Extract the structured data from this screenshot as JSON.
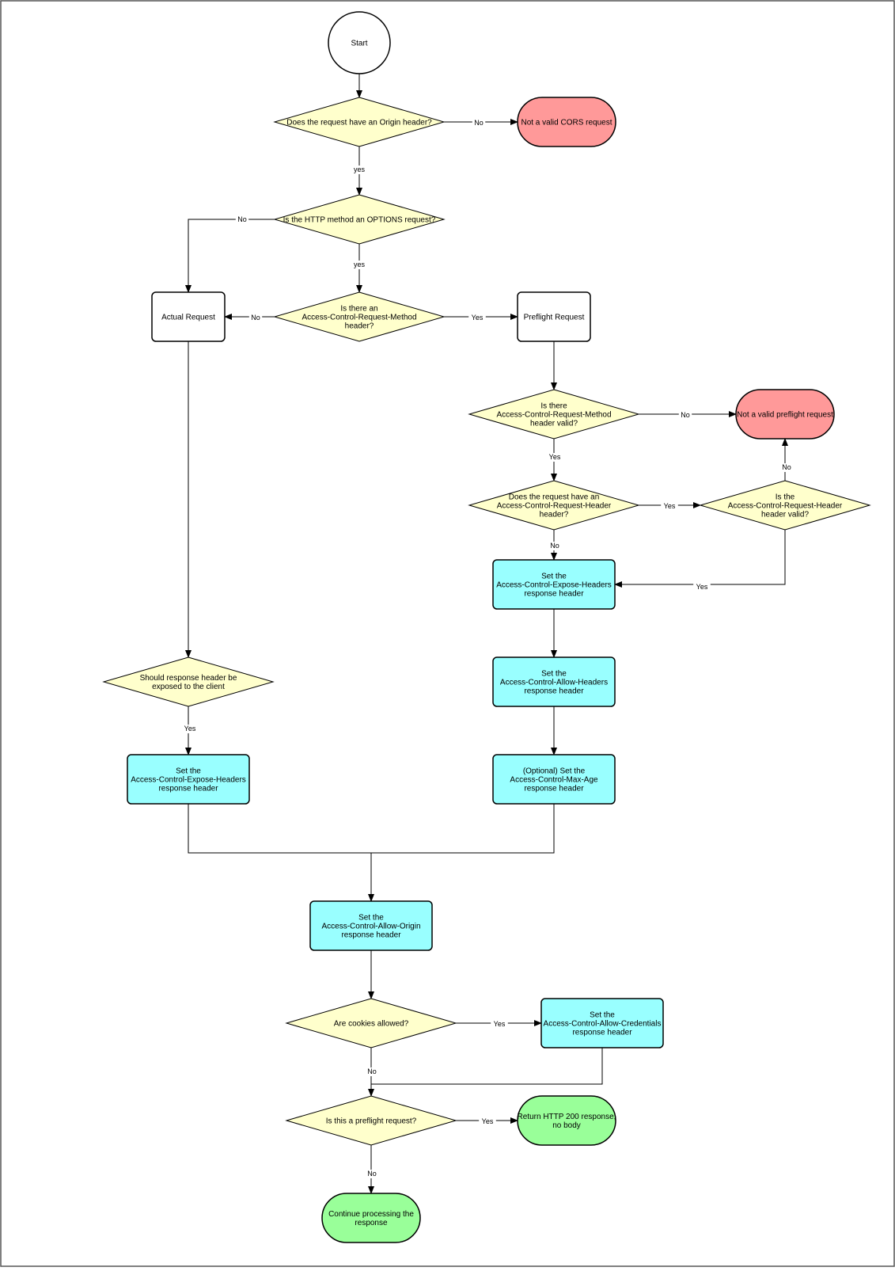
{
  "colors": {
    "decision_fill": "#FFFFCC",
    "process_fill": "#99FFFF",
    "plain_fill": "#FFFFFF",
    "error_fill": "#FF9999",
    "success_fill": "#99FF99",
    "stroke": "#000000"
  },
  "nodes": {
    "start": {
      "lines": [
        "Start"
      ]
    },
    "q_origin": {
      "lines": [
        "Does the request have an Origin header?"
      ]
    },
    "invalid_cors": {
      "lines": [
        "Not a valid CORS request"
      ]
    },
    "q_options": {
      "lines": [
        "Is the HTTP method an OPTIONS request?"
      ]
    },
    "q_acrm": {
      "lines": [
        "Is there an",
        "Access-Control-Request-Method",
        "header?"
      ]
    },
    "actual_request": {
      "lines": [
        "Actual Request"
      ]
    },
    "preflight_request": {
      "lines": [
        "Preflight Request"
      ]
    },
    "q_acrm_valid": {
      "lines": [
        "Is there",
        "Access-Control-Request-Method",
        "header valid?"
      ]
    },
    "invalid_preflight": {
      "lines": [
        "Not a valid preflight request"
      ]
    },
    "q_acrh": {
      "lines": [
        "Does the request have an",
        "Access-Control-Request-Header",
        "header?"
      ]
    },
    "q_acrh_valid": {
      "lines": [
        "Is the",
        "Access-Control-Request-Header",
        "header valid?"
      ]
    },
    "set_expose_pf": {
      "lines": [
        "Set the",
        "Access-Control-Expose-Headers",
        "response header"
      ]
    },
    "set_allow_headers": {
      "lines": [
        "Set the",
        "Access-Control-Allow-Headers",
        "response header"
      ]
    },
    "set_max_age": {
      "lines": [
        "(Optional) Set the",
        "Access-Control-Max-Age",
        "response header"
      ]
    },
    "q_expose": {
      "lines": [
        "Should response header be",
        "exposed to the client"
      ]
    },
    "set_expose_actual": {
      "lines": [
        "Set the",
        "Access-Control-Expose-Headers",
        "response header"
      ]
    },
    "set_allow_origin": {
      "lines": [
        "Set the",
        "Access-Control-Allow-Origin",
        "response header"
      ]
    },
    "q_cookies": {
      "lines": [
        "Are cookies allowed?"
      ]
    },
    "set_credentials": {
      "lines": [
        "Set the",
        "Access-Control-Allow-Credentials",
        "response header"
      ]
    },
    "q_preflight": {
      "lines": [
        "Is this a preflight request?"
      ]
    },
    "return_200": {
      "lines": [
        "Return HTTP 200 response,",
        "no body"
      ]
    },
    "continue": {
      "lines": [
        "Continue processing the",
        "response"
      ]
    }
  },
  "edges": {
    "origin_no": "No",
    "origin_yes": "yes",
    "options_no": "No",
    "options_yes": "yes",
    "acrm_no": "No",
    "acrm_yes": "Yes",
    "acrm_valid_no": "No",
    "acrm_valid_yes": "Yes",
    "acrh_yes": "Yes",
    "acrh_no": "No",
    "acrh_valid_no": "No",
    "acrh_valid_yes": "Yes",
    "expose_yes": "Yes",
    "cookies_yes": "Yes",
    "cookies_no": "No",
    "preflight_yes": "Yes",
    "preflight_no": "No"
  }
}
